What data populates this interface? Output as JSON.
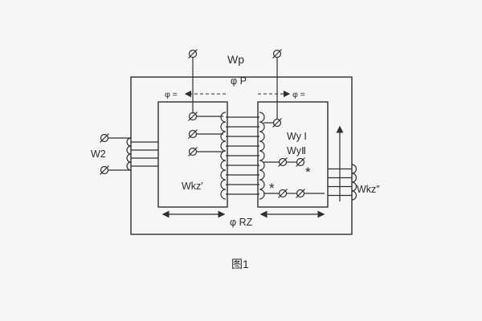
{
  "figure": {
    "caption": "图1",
    "labels": {
      "wp": "Wp",
      "phi_p": "φ P",
      "phi_eq_left": "φ =",
      "phi_eq_right": "φ =",
      "w2": "W2",
      "wkz_prime": "Wkz′",
      "wy_1": "Wy I",
      "wy_2": "WyⅡ",
      "wkz_double_prime": "Wkz″",
      "phi_rz": "φ RZ",
      "polarity_star_1": "*",
      "polarity_star_2": "*"
    },
    "colors": {
      "line": "#2f2f2f",
      "background": "#f6f6f6"
    }
  }
}
